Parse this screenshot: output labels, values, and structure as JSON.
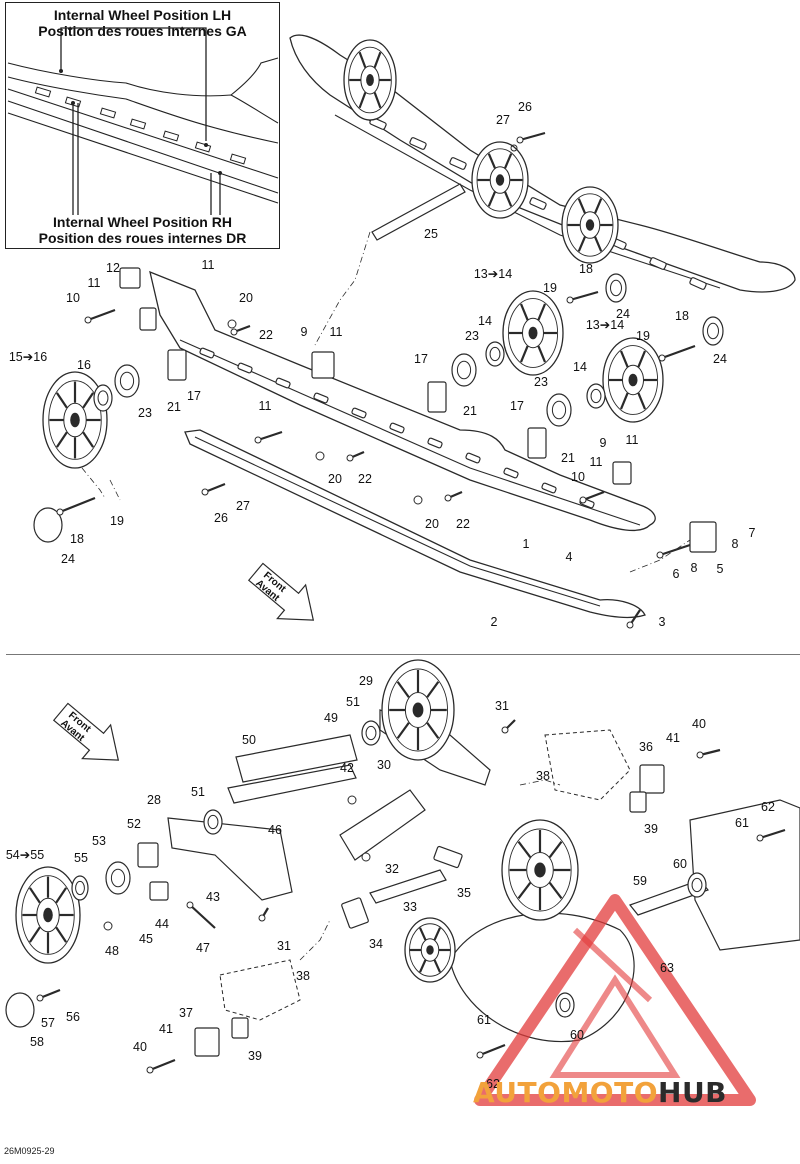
{
  "inset": {
    "lh_en": "Internal Wheel Position LH",
    "lh_fr": "Position des roues internes GA",
    "rh_en": "Internal Wheel Position RH",
    "rh_fr": "Position des roues internes DR"
  },
  "arrows": {
    "top": [
      "Front",
      "Avant"
    ],
    "bottom": [
      "Front",
      "Avant"
    ]
  },
  "callouts_top": [
    "1",
    "2",
    "3",
    "4",
    "5",
    "6",
    "7",
    "8",
    "8",
    "9",
    "9",
    "10",
    "10",
    "11",
    "11",
    "11",
    "11",
    "11",
    "11",
    "12",
    "13➔14",
    "13➔14",
    "14",
    "14",
    "15➔16",
    "16",
    "17",
    "17",
    "17",
    "18",
    "18",
    "18",
    "19",
    "19",
    "19",
    "20",
    "20",
    "20",
    "21",
    "21",
    "21",
    "22",
    "22",
    "22",
    "23",
    "23",
    "23",
    "24",
    "24",
    "24",
    "25",
    "26",
    "26",
    "27",
    "27"
  ],
  "callouts_bottom": [
    "28",
    "29",
    "30",
    "31",
    "31",
    "32",
    "33",
    "34",
    "35",
    "36",
    "37",
    "38",
    "38",
    "39",
    "39",
    "40",
    "40",
    "41",
    "41",
    "42",
    "43",
    "44",
    "45",
    "46",
    "47",
    "48",
    "49",
    "50",
    "51",
    "51",
    "52",
    "53",
    "54➔55",
    "55",
    "56",
    "57",
    "58",
    "59",
    "60",
    "60",
    "61",
    "61",
    "62",
    "62",
    "63"
  ],
  "drawing_id": "26M0925-29",
  "brand": {
    "part1": "AUTOMOTO",
    "part2": "HUB"
  },
  "colors": {
    "line": "#2a2a2a",
    "watermark": "#e23b3b",
    "brand_orange": "#f2a23b",
    "brand_dark": "#2b2b2b"
  }
}
